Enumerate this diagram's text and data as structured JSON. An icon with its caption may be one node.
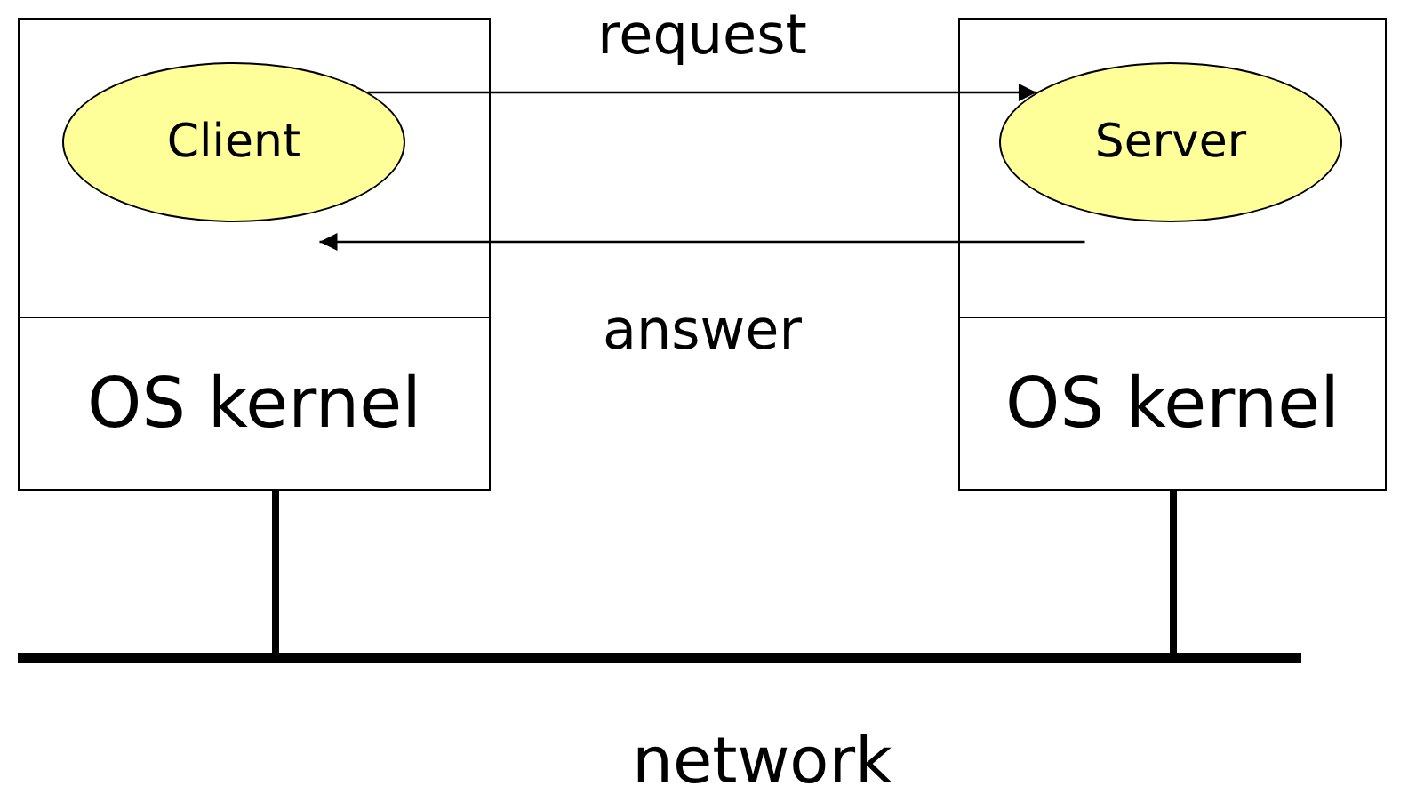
{
  "diagram": {
    "nodes": [
      {
        "text": [],
        "shape": "box"
      },
      {
        "text": [
          "Client"
        ],
        "in": 0
      },
      {
        "text": [
          "OS kernel"
        ],
        "in": 0
      },
      {
        "text": [],
        "shape": "box"
      },
      {
        "text": [
          "Server"
        ],
        "in": 3
      },
      {
        "text": [
          "OS kernel"
        ],
        "in": 3
      },
      {
        "text": [],
        "shape": "bar",
        "beside": [
          "network"
        ]
      }
    ],
    "edges": [
      {
        "from": 1,
        "to": 4,
        "arrow": "to",
        "label": "request"
      },
      {
        "from": 4,
        "to": 1,
        "arrow": "to",
        "label": "answer"
      },
      {
        "from": 2,
        "to": 6,
        "arrow": "none",
        "style": "thick"
      },
      {
        "from": 5,
        "to": 6,
        "arrow": "none",
        "style": "thick"
      }
    ]
  }
}
